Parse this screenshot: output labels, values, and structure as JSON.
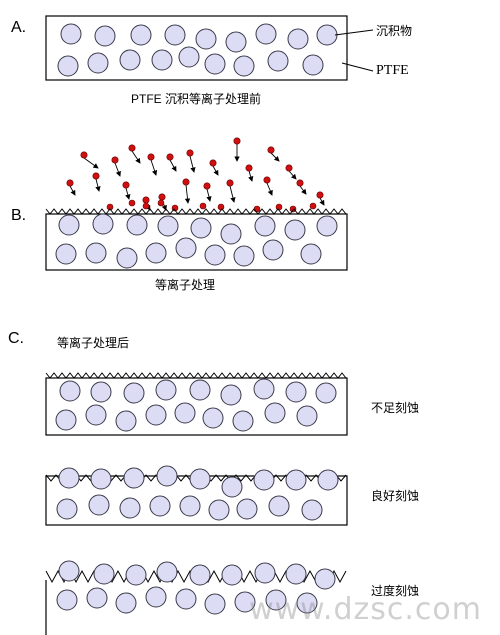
{
  "section_a": {
    "letter": "A.",
    "deposit_label": "沉积物",
    "ptfe_label": "PTFE",
    "caption": "PTFE 沉积等离子处理前"
  },
  "section_b": {
    "letter": "B.",
    "caption": "等离子处理"
  },
  "section_c": {
    "letter": "C.",
    "caption": "等离子处理后",
    "results": [
      {
        "label": "不足刻蚀"
      },
      {
        "label": "良好刻蚀"
      },
      {
        "label": "过度刻蚀"
      }
    ]
  },
  "watermark": "www.dzsc.com",
  "colors": {
    "bubble_fill": "#dcdcf5",
    "bubble_stroke": "#3a3a4a",
    "ion": "#d01010",
    "line": "#000000"
  }
}
